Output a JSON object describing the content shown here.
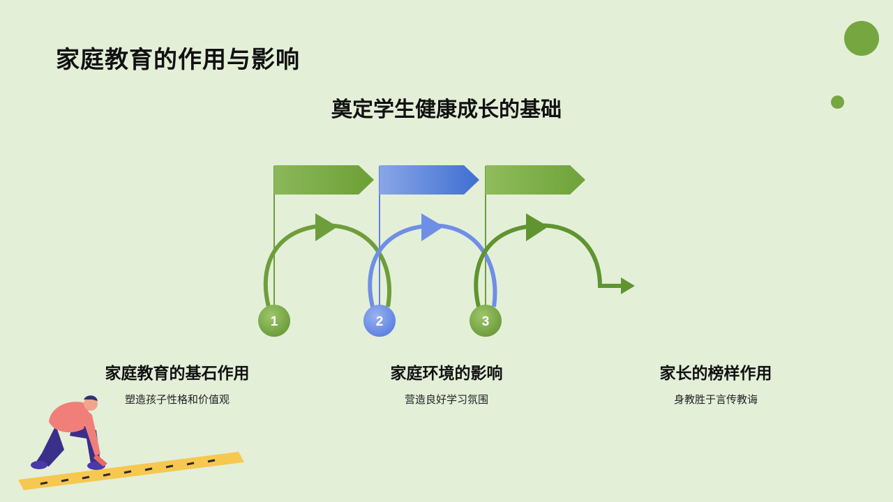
{
  "title": "家庭教育的作用与影响",
  "subtitle": "奠定学生健康成长的基础",
  "steps": [
    {
      "number": "1",
      "title": "家庭教育的基石作用",
      "desc": "塑造孩子性格和价值观",
      "color": "#6e9e3a"
    },
    {
      "number": "2",
      "title": "家庭环境的影响",
      "desc": "营造良好学习氛围",
      "color": "#5f7fe0"
    },
    {
      "number": "3",
      "title": "家长的榜样作用",
      "desc": "身教胜于言传教诲",
      "color": "#5f9430"
    }
  ],
  "colors": {
    "background": "#e4efd8",
    "accent": "#76a63f",
    "blue": "#4a78d8"
  }
}
